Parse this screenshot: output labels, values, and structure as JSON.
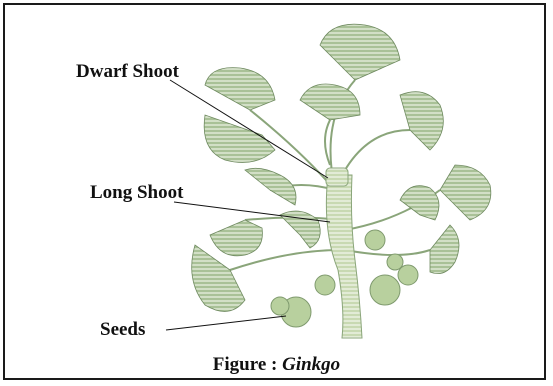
{
  "figure": {
    "labels": {
      "dwarf_shoot": "Dwarf Shoot",
      "long_shoot": "Long Shoot",
      "seeds": "Seeds"
    },
    "caption_prefix": "Figure : ",
    "caption_name": "Ginkgo"
  },
  "colors": {
    "leaf": "#9bb58a",
    "leaf_dark": "#5f7a52",
    "stem": "#c9d9b4",
    "seed": "#b8d09e",
    "border": "#1a1a1a"
  }
}
